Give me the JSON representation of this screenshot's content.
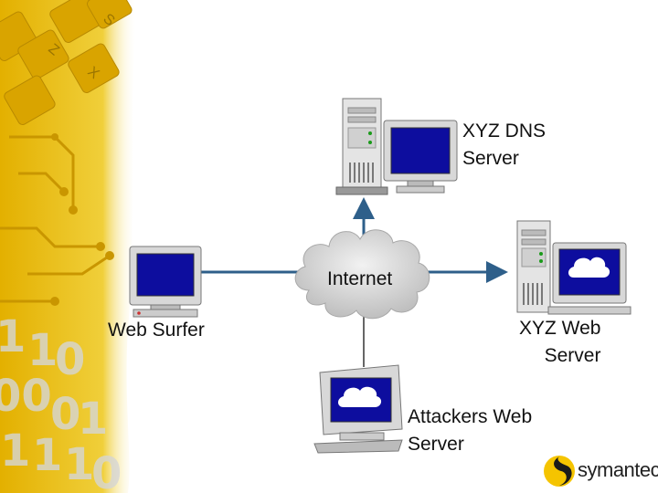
{
  "nodes": {
    "dns_server": {
      "line1": "XYZ DNS",
      "line2": "Server"
    },
    "internet": {
      "label": "Internet"
    },
    "web_surfer": {
      "label": "Web Surfer"
    },
    "web_server": {
      "line1": "XYZ Web",
      "line2": "Server"
    },
    "attacker_server": {
      "line1": "Attackers Web",
      "line2": "Server"
    }
  },
  "brand": {
    "name": "symantec."
  },
  "colors": {
    "arrow": "#2e5f8a",
    "screen": "#0d0d9e",
    "yellow": "#e8b800"
  }
}
